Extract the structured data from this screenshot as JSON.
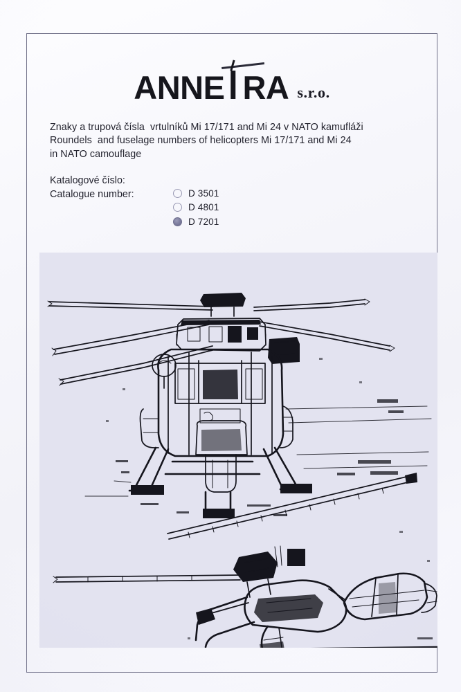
{
  "document": {
    "type": "product-sheet",
    "brand": {
      "wordmark_left": "ANNE",
      "wordmark_right": "RA",
      "stylized_letter": "T",
      "suffix": "s.r.o."
    },
    "description": {
      "czech_line": "Znaky a trupová čísla  vrtulníků Mi 17/171 and Mi 24 v NATO kamufláži",
      "english_line_1": "Roundels  and fuselage numbers of helicopters Mi 17/171 and Mi 24",
      "english_line_2": "in NATO camouflage"
    },
    "catalogue": {
      "label_czech": "Katalogové číslo:",
      "label_english": "Catalogue number:",
      "options": [
        {
          "code": "D 3501",
          "selected": false
        },
        {
          "code": "D 4801",
          "selected": false
        },
        {
          "code": "D 7201",
          "selected": true
        }
      ]
    },
    "illustration": {
      "caption_visible": false,
      "subjects": [
        "Mi-17 helicopter front view line drawing",
        "Mi-24 Hind helicopter side view line drawing"
      ],
      "background_color": "#e3e3f0",
      "ink_color": "#15151d"
    },
    "frame": {
      "border_color": "#6e6e86"
    }
  }
}
